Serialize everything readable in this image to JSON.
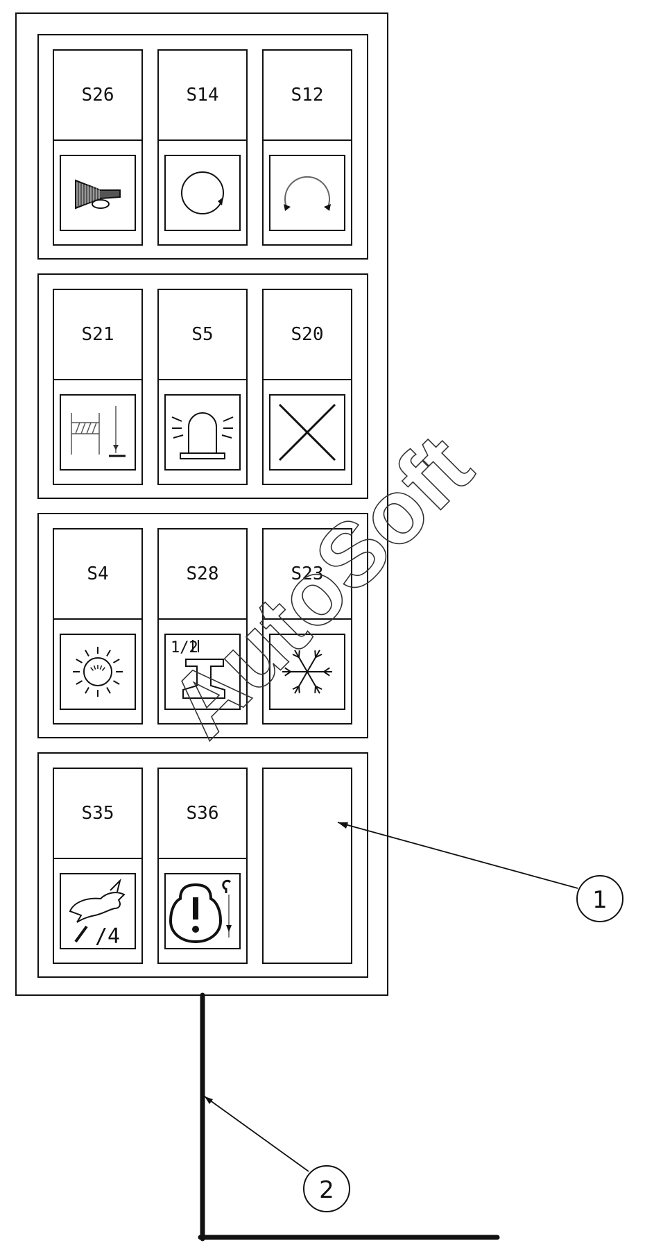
{
  "panel": {
    "groups": [
      {
        "switches": [
          {
            "label": "S26",
            "icon": "horn-icon"
          },
          {
            "label": "S14",
            "icon": "circle-rotate-icon"
          },
          {
            "label": "S12",
            "icon": "arc-rotate-icon"
          }
        ]
      },
      {
        "switches": [
          {
            "label": "S21",
            "icon": "spreader-lock-icon"
          },
          {
            "label": "S5",
            "icon": "beacon-light-icon"
          },
          {
            "label": "S20",
            "icon": "cross-icon"
          }
        ]
      },
      {
        "switches": [
          {
            "label": "S4",
            "icon": "work-light-icon"
          },
          {
            "label": "S28",
            "icon": "half-speed-rail-icon"
          },
          {
            "label": "S23",
            "icon": "snowflake-icon"
          }
        ]
      },
      {
        "switches": [
          {
            "label": "S35",
            "icon": "fast-speed-rabbit-icon"
          },
          {
            "label": "S36",
            "icon": "overload-warning-icon"
          },
          {
            "label": "",
            "icon": "blank-icon"
          }
        ]
      }
    ]
  },
  "callouts": [
    {
      "number": "1",
      "target": "blank-switch-slot"
    },
    {
      "number": "2",
      "target": "mounting-bracket"
    }
  ],
  "icon_texts": {
    "half_speed": "1/2",
    "decrease": "/4"
  },
  "watermark": "AutoSoft"
}
